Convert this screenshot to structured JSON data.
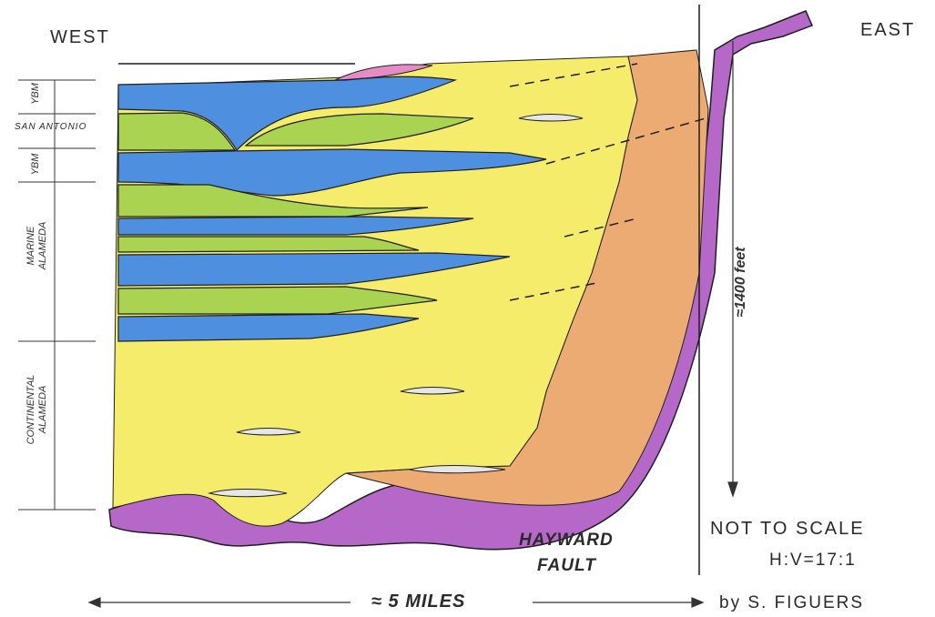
{
  "labels": {
    "west": "WEST",
    "east": "EAST",
    "fault": [
      "HAYWARD",
      "FAULT"
    ],
    "scale_note": "NOT TO SCALE",
    "ratio": "H:V=17:1",
    "horizontal_scale": "≈ 5 MILES",
    "vertical_scale": "≈1400 feet",
    "credit": "by S. FIGUERS"
  },
  "units": {
    "ybm_top": "YBM",
    "san_antonio": "SAN ANTONIO",
    "ybm_lower": "YBM",
    "marine_alameda": [
      "MARINE",
      "ALAMEDA"
    ],
    "continental_alameda": [
      "CONTINENTAL",
      "ALAMEDA"
    ]
  },
  "colors": {
    "bay_mud_blue": "#4f8fe0",
    "estuarine_green": "#a9d350",
    "alluvial_yellow": "#f4ec6a",
    "fan_orange": "#ecab72",
    "bedrock_purple": "#b568c8",
    "pink_unit": "#e58bc6",
    "outline": "#1f1f1f"
  }
}
